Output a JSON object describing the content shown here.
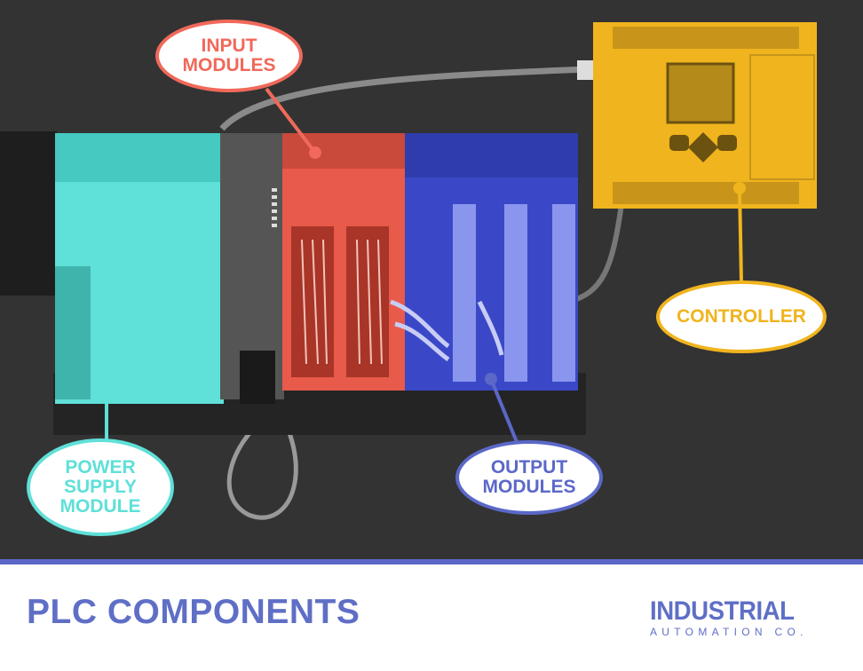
{
  "colors": {
    "background": "#333333",
    "accent_blue": "#5b68c8",
    "input_red": "#f0695a",
    "controller_yellow": "#f0b41e",
    "power_teal": "#5fe0d8",
    "output_blue": "#5b68c8"
  },
  "callouts": {
    "input": {
      "line1": "INPUT",
      "line2": "MODULES"
    },
    "controller": {
      "line1": "CONTROLLER"
    },
    "power": {
      "line1": "POWER",
      "line2": "SUPPLY",
      "line3": "MODULE"
    },
    "output": {
      "line1": "OUTPUT",
      "line2": "MODULES"
    }
  },
  "footer": {
    "title": "PLC COMPONENTS",
    "logo_line1": "INDUSTRIAL",
    "logo_line2": "AUTOMATION CO."
  }
}
